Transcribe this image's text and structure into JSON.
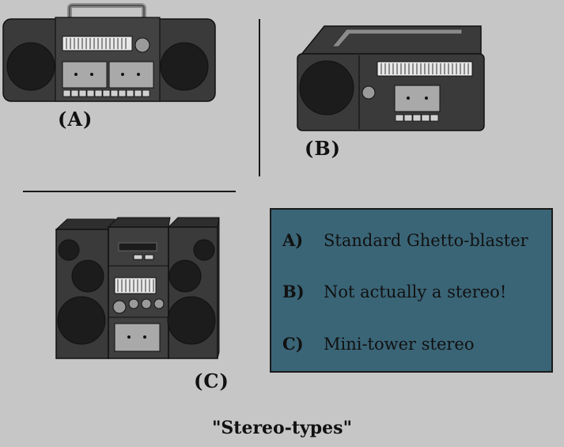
{
  "labels": {
    "a": "(A)",
    "b": "(B)",
    "c": "(C)"
  },
  "legend": {
    "items": [
      {
        "key": "A)",
        "text": "Standard Ghetto-blaster"
      },
      {
        "key": "B)",
        "text": "Not actually a stereo!"
      },
      {
        "key": "C)",
        "text": "Mini-tower stereo"
      }
    ]
  },
  "caption": "\"Stereo-types\"",
  "colors": {
    "background": "#c6c6c6",
    "legend_box": "#3a6577",
    "stereo_body": "#3a3a3a",
    "speaker": "#1c1c1c"
  }
}
